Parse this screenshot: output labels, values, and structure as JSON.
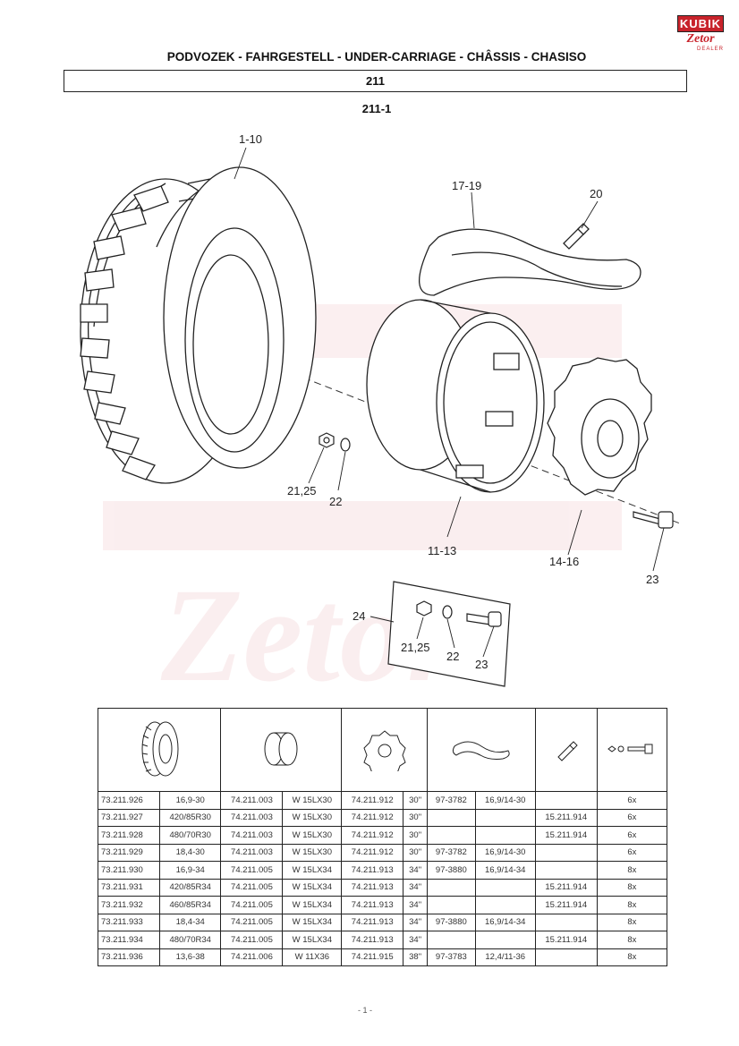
{
  "header": {
    "logo_brand": "KUBIK",
    "logo_maker": "Zetor",
    "logo_sub": "DEALER",
    "title": "PODVOZEK - FAHRGESTELL - UNDER-CARRIAGE - CHÂSSIS - CHASISO",
    "section": "211",
    "subsection": "211-1"
  },
  "callouts": {
    "tyre": "1-10",
    "tube": "17-19",
    "valve": "20",
    "nut": "21,25",
    "washer": "22",
    "rim": "11-13",
    "disc": "14-16",
    "bolt": "23",
    "kit": "24",
    "kit_nut": "21,25",
    "kit_washer": "22",
    "kit_bolt": "23"
  },
  "table": {
    "icons": [
      "tyre-icon",
      "rim-icon",
      "wheel-disc-icon",
      "inner-tube-icon",
      "valve-icon",
      "bolt-set-icon"
    ],
    "rows": [
      [
        "73.211.926",
        "16,9-30",
        "74.211.003",
        "W 15LX30",
        "74.211.912",
        "30\"",
        "97-3782",
        "16,9/14-30",
        "",
        "6x"
      ],
      [
        "73.211.927",
        "420/85R30",
        "74.211.003",
        "W 15LX30",
        "74.211.912",
        "30\"",
        "",
        "",
        "15.211.914",
        "6x"
      ],
      [
        "73.211.928",
        "480/70R30",
        "74.211.003",
        "W 15LX30",
        "74.211.912",
        "30\"",
        "",
        "",
        "15.211.914",
        "6x"
      ],
      [
        "73.211.929",
        "18,4-30",
        "74.211.003",
        "W 15LX30",
        "74.211.912",
        "30\"",
        "97-3782",
        "16,9/14-30",
        "",
        "6x"
      ],
      [
        "73.211.930",
        "16,9-34",
        "74.211.005",
        "W 15LX34",
        "74.211.913",
        "34\"",
        "97-3880",
        "16,9/14-34",
        "",
        "8x"
      ],
      [
        "73.211.931",
        "420/85R34",
        "74.211.005",
        "W 15LX34",
        "74.211.913",
        "34\"",
        "",
        "",
        "15.211.914",
        "8x"
      ],
      [
        "73.211.932",
        "460/85R34",
        "74.211.005",
        "W 15LX34",
        "74.211.913",
        "34\"",
        "",
        "",
        "15.211.914",
        "8x"
      ],
      [
        "73.211.933",
        "18,4-34",
        "74.211.005",
        "W 15LX34",
        "74.211.913",
        "34\"",
        "97-3880",
        "16,9/14-34",
        "",
        "8x"
      ],
      [
        "73.211.934",
        "480/70R34",
        "74.211.005",
        "W 15LX34",
        "74.211.913",
        "34\"",
        "",
        "",
        "15.211.914",
        "8x"
      ],
      [
        "73.211.936",
        "13,6-38",
        "74.211.006",
        "W 11X36",
        "74.211.915",
        "38\"",
        "97-3783",
        "12,4/11-36",
        "",
        "8x"
      ]
    ]
  },
  "footer": {
    "page": "- 1 -"
  }
}
